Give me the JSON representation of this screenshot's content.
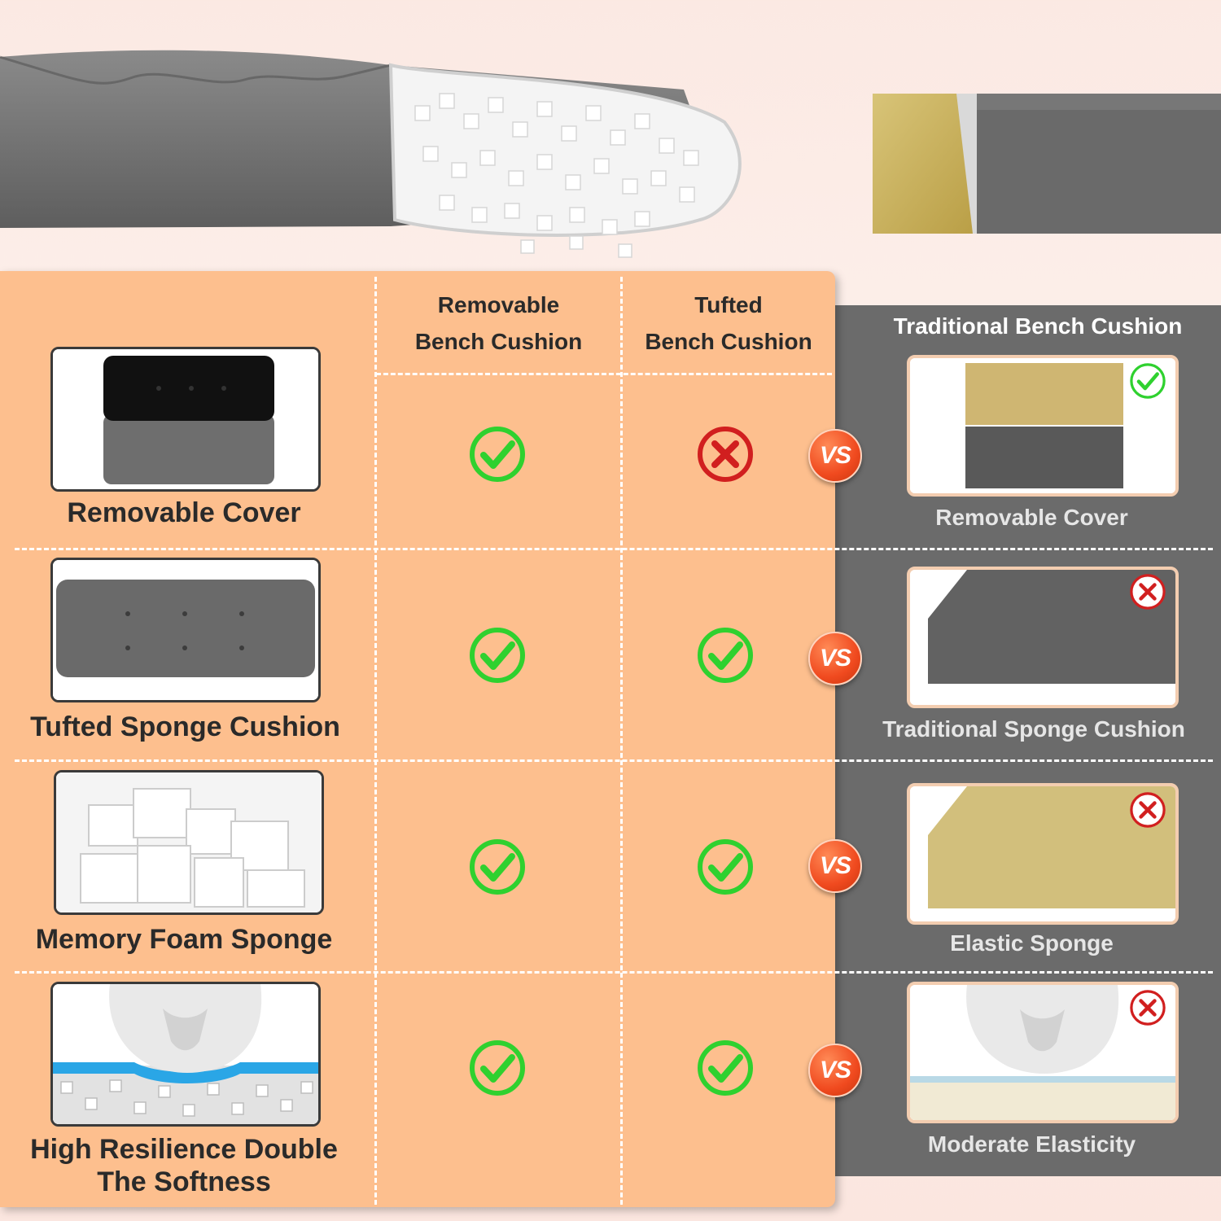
{
  "columns": {
    "removable": [
      "Removable",
      "Bench Cushion"
    ],
    "tufted": [
      "Tufted",
      "Bench Cushion"
    ],
    "traditional": "Traditional Bench Cushion"
  },
  "vs_label": "VS",
  "rows": [
    {
      "feature": "Removable Cover",
      "removable": "check",
      "tufted": "cross",
      "traditional_feature": "Removable Cover",
      "traditional": "check"
    },
    {
      "feature": "Tufted Sponge Cushion",
      "removable": "check",
      "tufted": "check",
      "traditional_feature": "Traditional Sponge Cushion",
      "traditional": "cross"
    },
    {
      "feature": "Memory Foam Sponge",
      "removable": "check",
      "tufted": "check",
      "traditional_feature": "Elastic Sponge",
      "traditional": "cross"
    },
    {
      "feature_lines": [
        "High Resilience Double",
        "The Softness"
      ],
      "removable": "check",
      "tufted": "check",
      "traditional_feature": "Moderate Elasticity",
      "traditional": "cross"
    }
  ],
  "colors": {
    "panel_orange": "#fdbf8e",
    "panel_grey": "#6b6b6b",
    "check_green": "#2fd12f",
    "cross_red": "#d11f1f",
    "vs_orange": "#f04a1f"
  },
  "icons": {
    "check": "check-circle-icon",
    "cross": "cross-circle-icon"
  }
}
